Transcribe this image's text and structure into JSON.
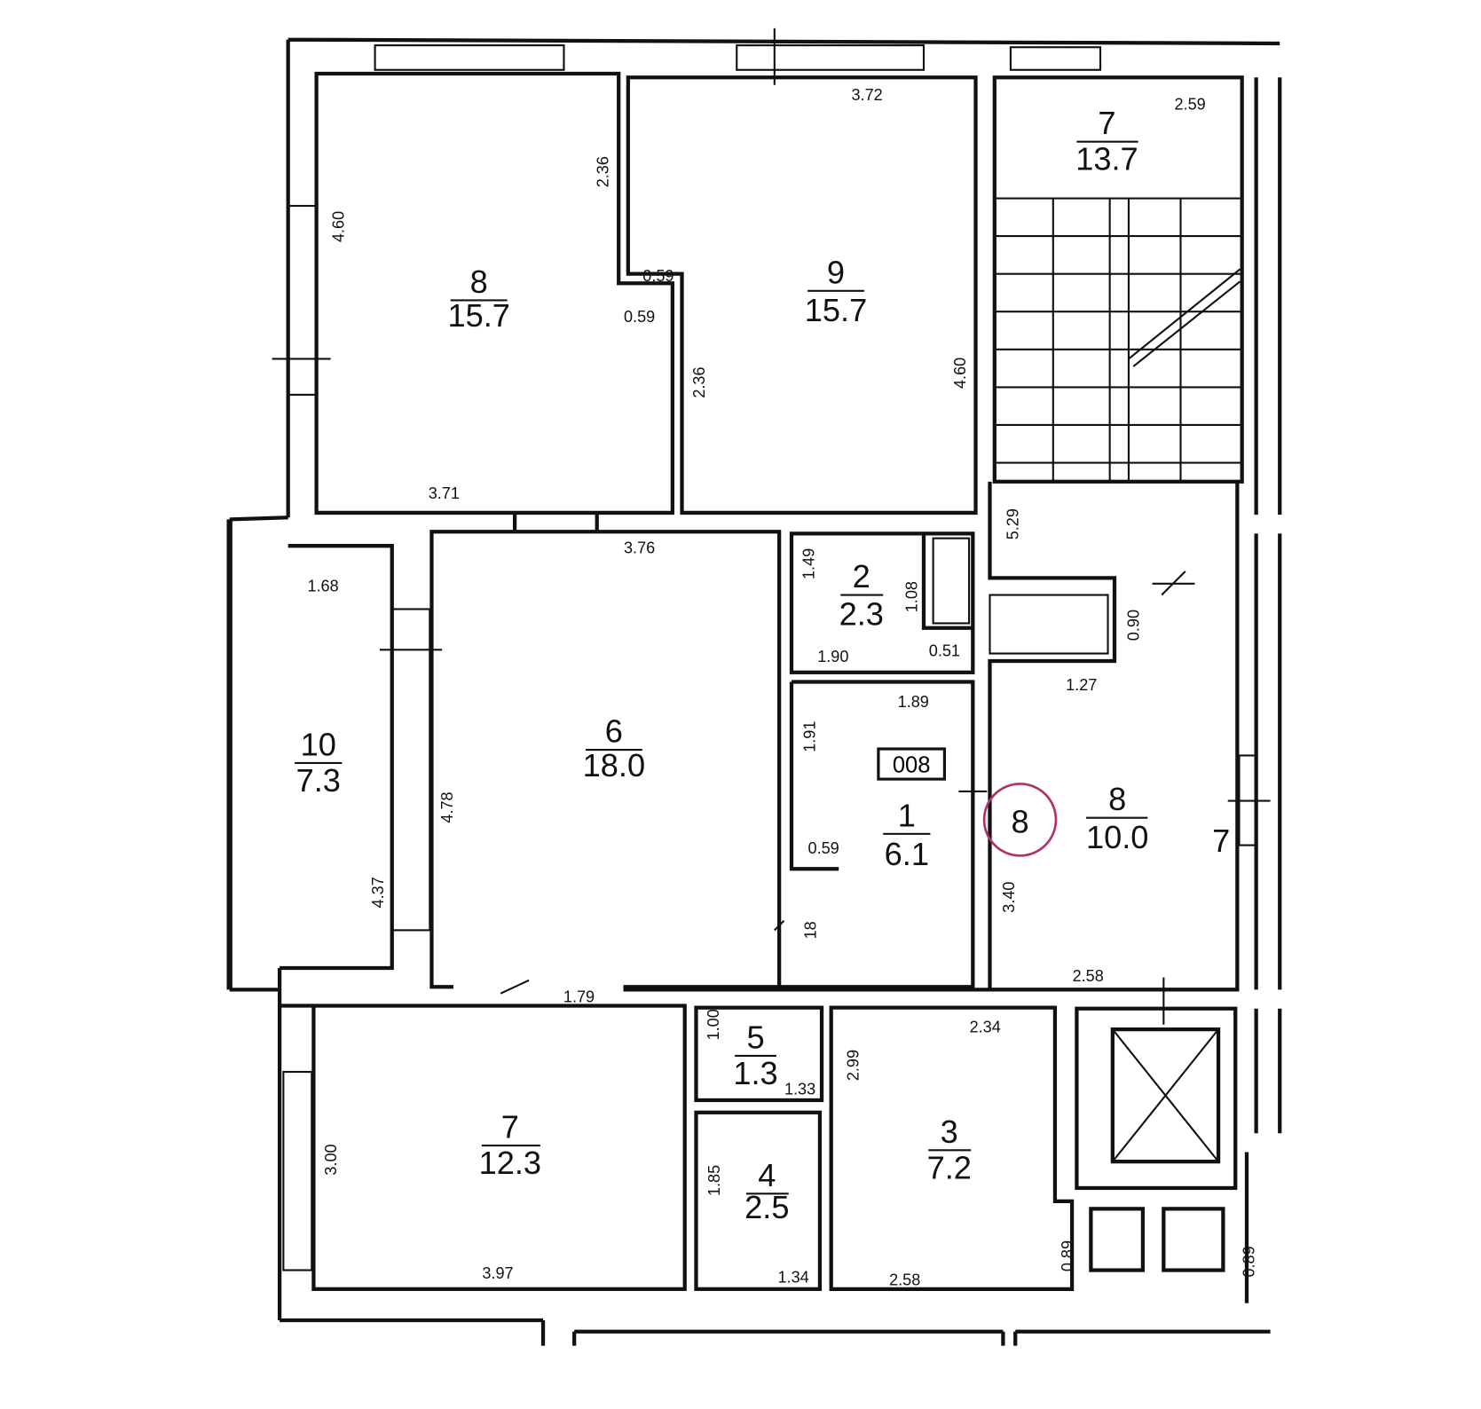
{
  "rooms": [
    {
      "number": "8",
      "area": "15.7"
    },
    {
      "number": "9",
      "area": "15.7"
    },
    {
      "number": "7",
      "area": "13.7"
    },
    {
      "number": "2",
      "area": "2.3"
    },
    {
      "number": "10",
      "area": "7.3"
    },
    {
      "number": "6",
      "area": "18.0"
    },
    {
      "number": "1",
      "area": "6.1"
    },
    {
      "number": "8",
      "area": "10.0"
    },
    {
      "number": "5",
      "area": "1.3"
    },
    {
      "number": "7",
      "area": "12.3"
    },
    {
      "number": "4",
      "area": "2.5"
    },
    {
      "number": "3",
      "area": "7.2"
    }
  ],
  "dimensions": [
    "3.72",
    "2.59",
    "2.36",
    "4.60",
    "0.59",
    "0.59",
    "2.36",
    "4.60",
    "3.71",
    "5.29",
    "3.76",
    "1.49",
    "1.08",
    "1.68",
    "1.90",
    "0.51",
    "0.90",
    "1.27",
    "1.89",
    "1.91",
    "4.78",
    "0.59",
    "4.37",
    "3.40",
    "18",
    "1.79",
    "2.58",
    "1.00",
    "1.33",
    "2.99",
    "2.34",
    "3.00",
    "1.85",
    "3.97",
    "1.34",
    "2.58",
    "0.89",
    "0.89"
  ],
  "apartment_marker": "8",
  "stair_label": "7",
  "unit_code": "008",
  "marker_color": "#b0306a"
}
